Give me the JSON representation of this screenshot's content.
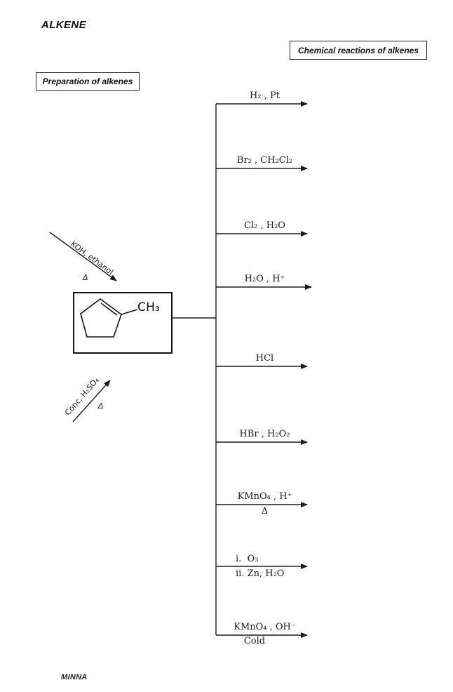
{
  "page": {
    "title": "ALKENE",
    "footer": "MINNA"
  },
  "headings": {
    "preparation": "Preparation of alkenes",
    "reactions": "Chemical reactions of alkenes"
  },
  "molecule": {
    "substituent": "CH₃"
  },
  "preparation_routes": [
    {
      "reagent": "KOH, ethanol",
      "condition": "Δ"
    },
    {
      "reagent": "Conc. H₂SO₄",
      "condition": "Δ"
    }
  ],
  "reactions": [
    {
      "reagent": "H₂ , Pt",
      "note": ""
    },
    {
      "reagent": "Br₂ , CH₂Cl₂",
      "note": ""
    },
    {
      "reagent": "Cl₂ , H₂O",
      "note": ""
    },
    {
      "reagent": "H₂O , H⁺",
      "note": ""
    },
    {
      "reagent": "HCl",
      "note": ""
    },
    {
      "reagent": "HBr , H₂O₂",
      "note": ""
    },
    {
      "reagent": "KMnO₄ , H⁺",
      "note": "Δ"
    },
    {
      "reagent": "i.  O₃",
      "note": "ii. Zn, H₂O"
    },
    {
      "reagent": "KMnO₄ , OH⁻",
      "note": "Cold"
    }
  ]
}
